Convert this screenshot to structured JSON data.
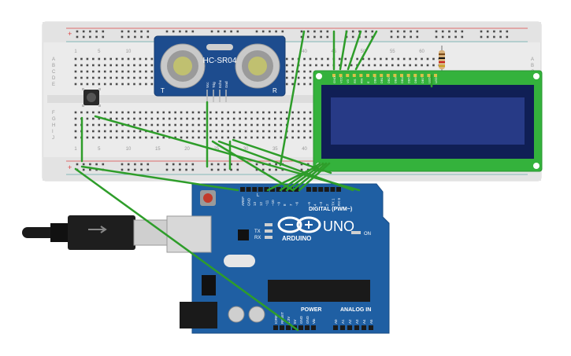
{
  "breadboard": {
    "column_numbers": [
      "1",
      "5",
      "10",
      "15",
      "20",
      "25",
      "30",
      "35",
      "40",
      "45",
      "50",
      "55",
      "60"
    ],
    "row_letters_top": [
      "A",
      "B",
      "C",
      "D",
      "E"
    ],
    "row_letters_bottom": [
      "F",
      "G",
      "H",
      "I",
      "J"
    ],
    "rail_plus": "+",
    "rail_minus": "-"
  },
  "sensor": {
    "model": "HC-SR04",
    "left_letter": "T",
    "right_letter": "R",
    "pins": [
      "Vcc",
      "Trig",
      "Echo",
      "Gnd"
    ]
  },
  "lcd": {
    "pin_labels": [
      "GND",
      "VCC",
      "V0",
      "RS",
      "RW",
      "E",
      "DB0",
      "DB1",
      "DB2",
      "DB3",
      "DB4",
      "DB5",
      "DB6",
      "DB7",
      "LED",
      "LED"
    ]
  },
  "arduino": {
    "brand": "ARDUINO",
    "model": "UNO",
    "digital_label": "DIGITAL (PWM~)",
    "power_label": "POWER",
    "analog_label": "ANALOG IN",
    "on_label": "ON",
    "tx_label": "TX",
    "rx_label": "RX",
    "l_label": "L",
    "top_pin_labels": [
      "AREF",
      "GND",
      "13",
      "12",
      "~11",
      "~10",
      "~9",
      "8",
      "7",
      "~6",
      "~5",
      "4",
      "~3",
      "2",
      "TX 1",
      "RX 0"
    ],
    "power_pin_labels": [
      "IOREF",
      "RESET",
      "3.3V",
      "5V",
      "GND",
      "GND",
      "Vin"
    ],
    "analog_pin_labels": [
      "A0",
      "A1",
      "A2",
      "A3",
      "A4",
      "A5"
    ]
  },
  "colors": {
    "wire": "#2e9d2a",
    "board": "#1f5fa3",
    "lcd_pcb": "#34b23c",
    "lcd_screen": "#273a86",
    "breadboard": "#ebebeb",
    "sensor": "#1d4c8e"
  }
}
